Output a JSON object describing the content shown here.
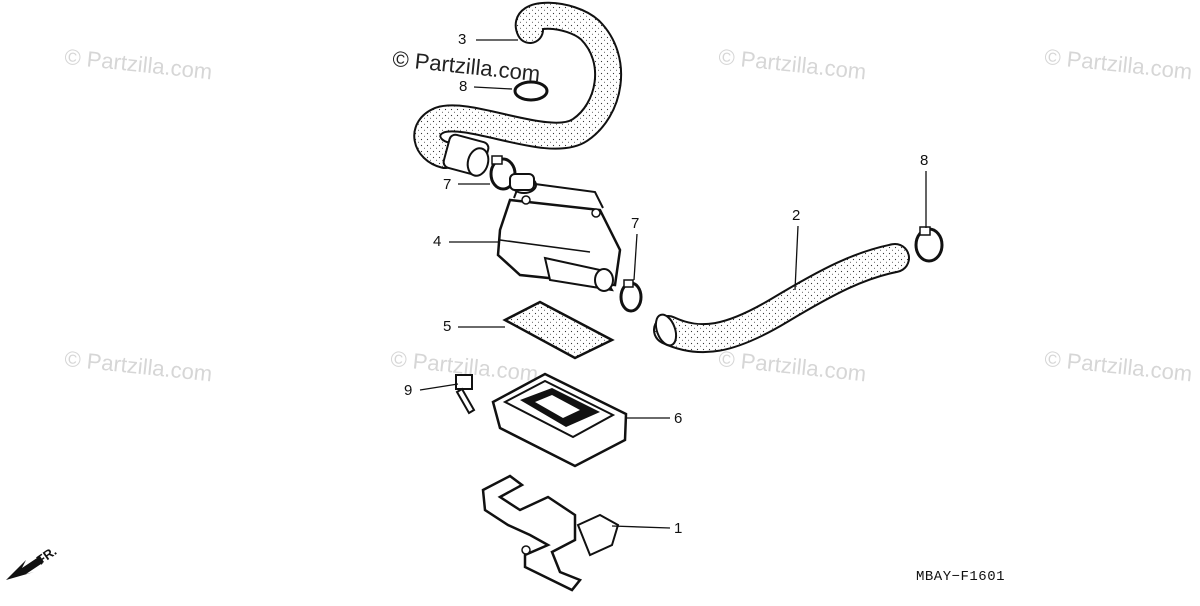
{
  "watermarks": {
    "light": "© Partzilla.com",
    "strong": "© Partzilla.com"
  },
  "callouts": {
    "p1": "1",
    "p2": "2",
    "p3": "3",
    "p4": "4",
    "p5": "5",
    "p6": "6",
    "p7a": "7",
    "p7b": "7",
    "p8a": "8",
    "p8b": "8",
    "p9": "9"
  },
  "diagram_code": "MBAY−F1601",
  "direction_label": "FR.",
  "colors": {
    "line": "#111111",
    "watermark": "#d6d6d6"
  }
}
